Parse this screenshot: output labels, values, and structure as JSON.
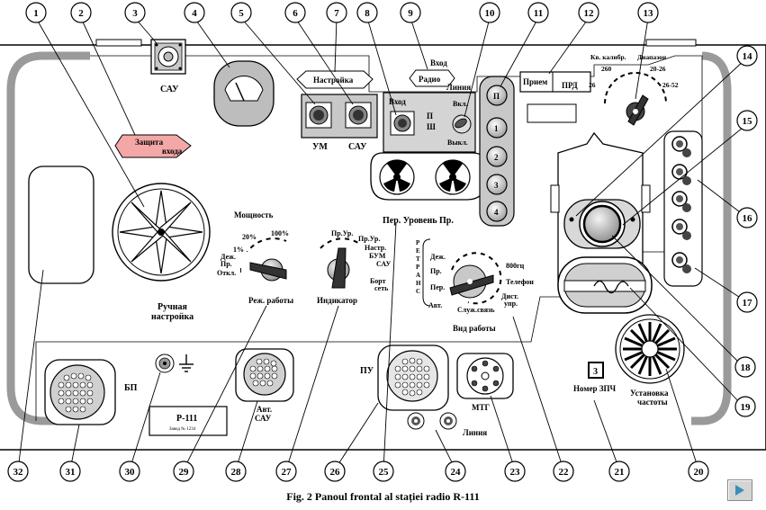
{
  "caption": "Fig. 2  Panoul frontal al stației radio R-111",
  "callouts": [
    "1",
    "2",
    "3",
    "4",
    "5",
    "6",
    "7",
    "8",
    "9",
    "10",
    "11",
    "12",
    "13",
    "14",
    "15",
    "16",
    "17",
    "18",
    "19",
    "20",
    "21",
    "22",
    "23",
    "24",
    "25",
    "26",
    "27",
    "28",
    "29",
    "30",
    "31",
    "32"
  ],
  "labels": {
    "sau_top": "САУ",
    "zashchita_1": "Защита",
    "zashchita_2": "входа",
    "nastroika": "Настройка",
    "um": "УМ",
    "sau_mid": "САУ",
    "vkhod_top": "Вход",
    "radio": "Радио",
    "liniya_top": "Линия",
    "vkhod_small": "Вход",
    "p_sh_1": "П",
    "p_sh_2": "Ш",
    "vkl": "Вкл.",
    "vykl": "Выкл.",
    "priem": "Прием",
    "prd": "ПРД",
    "kv_kalibr": "Кв. калибр.",
    "diapazon": "Диапазон",
    "range_a": "20-26",
    "range_b": "26-52",
    "range_c": "26",
    "range_d": "260",
    "moshchnost": "Мощность",
    "pct_1": "1%",
    "pct_20": "20%",
    "pct_100": "100%",
    "dezh": "Деж.",
    "pr": "Пр.",
    "otkl": "Откл.",
    "rezh_raboty": "Реж. работы",
    "ind_1": "Пр.Ур.",
    "ind_2": "Пр.Ур.",
    "ind_3": "Настр.",
    "ind_4": "БУМ",
    "ind_5": "САУ",
    "ind_6": "Борт",
    "ind_7": "сеть",
    "indikator": "Индикатор",
    "per_uroven": "Пер. Уровень Пр.",
    "retrans_1": "Р",
    "retrans_2": "Е",
    "retrans_3": "Т",
    "retrans_4": "Р",
    "retrans_5": "А",
    "retrans_6": "Н",
    "retrans_7": "С",
    "dezh_mode": "Деж.",
    "pr_mode": "Пр.",
    "per_mode": "Пер.",
    "avt_mode": "Авт.",
    "hz800": "800гц",
    "telefon": "Телефон",
    "dvt": "Дист.",
    "upr": "упр.",
    "sluzh": "Служ.связь",
    "vid_raboty": "Вид работы",
    "btn_p": "П",
    "btn_1": "1",
    "btn_2": "2",
    "btn_3": "3",
    "btn_4": "4",
    "ruchnaya_1": "Ручная",
    "ruchnaya_2": "настройка",
    "bp": "БП",
    "r111": "Р-111",
    "r111_sub": "Завод № 1234",
    "avt_sau_1": "Авт.",
    "avt_sau_2": "САУ",
    "pu": "ПУ",
    "mtg": "МТГ",
    "liniya_bot": "Линия",
    "zpch_num": "3",
    "nomer_zpch": "Номер ЗПЧ",
    "ustanovka_1": "Установка",
    "ustanovka_2": "частоты"
  }
}
